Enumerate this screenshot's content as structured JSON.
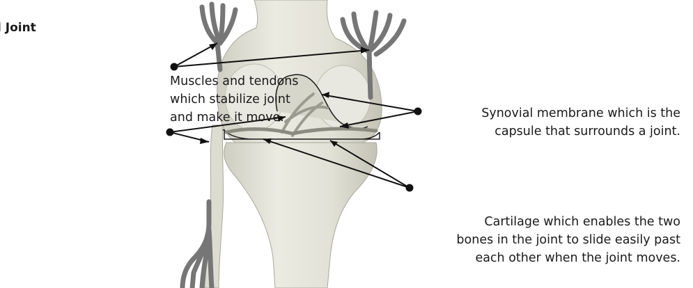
{
  "title": "l Joint",
  "labels": {
    "muscles": {
      "lines": [
        "Muscles and tendons",
        "which stabilize joint",
        "and make it move."
      ]
    },
    "synovial": {
      "lines": [
        "Synovial membrane which is the",
        "capsule that surrounds a joint."
      ]
    },
    "cartilage": {
      "lines": [
        "Cartilage which enables the two",
        "bones in the joint to slide easily past",
        "each other when the joint moves."
      ]
    }
  },
  "colors": {
    "bone": "#e4e3d8",
    "bone_shadow": "#c9c8bb",
    "tendon": "#757575",
    "line": "#111111"
  }
}
